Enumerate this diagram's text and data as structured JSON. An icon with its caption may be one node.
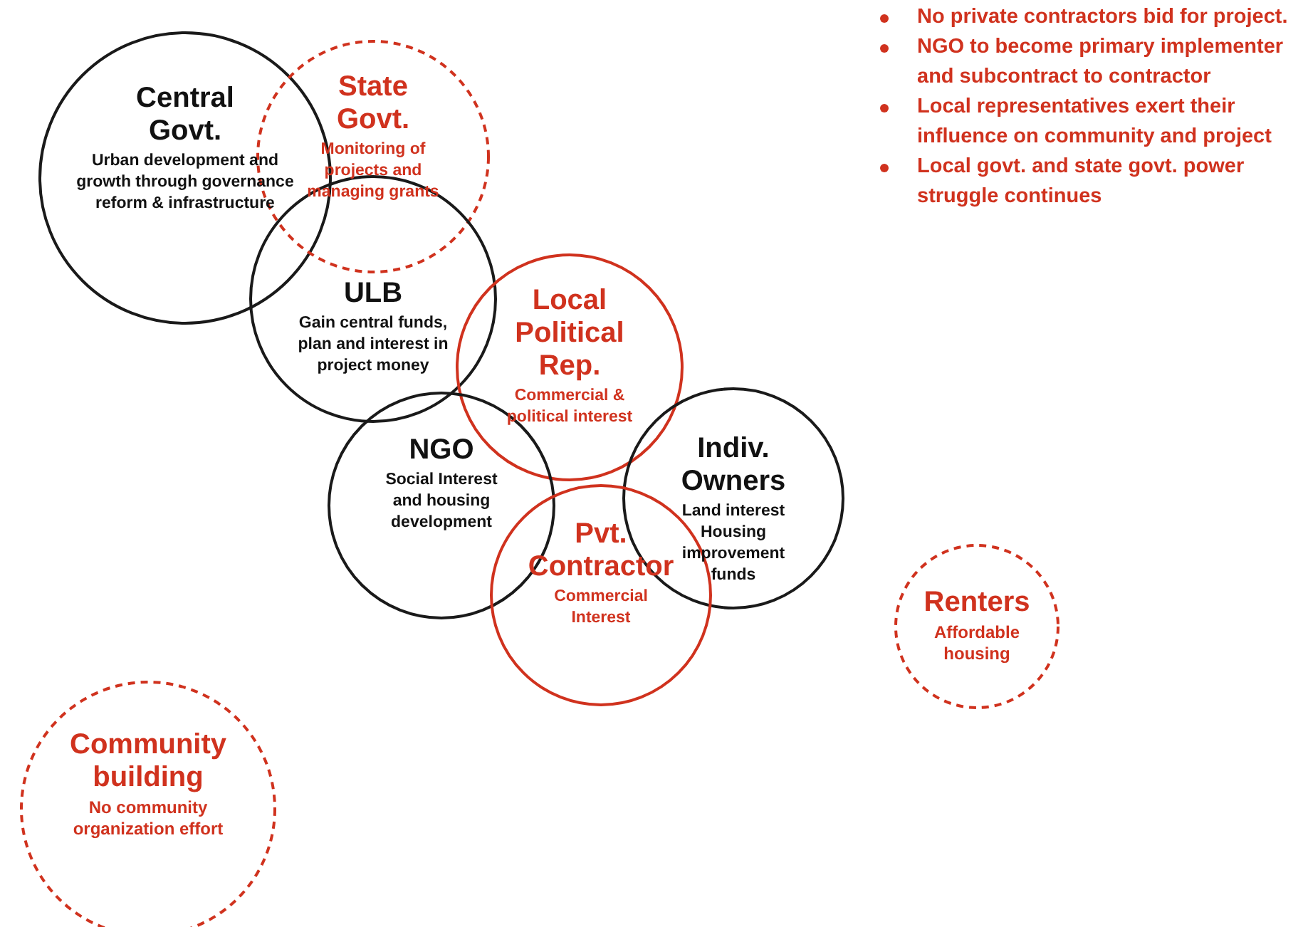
{
  "diagram": {
    "nodes": [
      {
        "text": [
          "Central Govt.",
          "Urban development and growth through governance reform & infrastructure"
        ]
      },
      {
        "text": [
          "State Govt.",
          "Monitoring of projects and managing grants"
        ]
      },
      {
        "text": [
          "ULB",
          "Gain central funds, plan and interest in project money"
        ]
      },
      {
        "text": [
          "Local Political Rep.",
          "Commercial & political interest"
        ]
      },
      {
        "text": [
          "NGO",
          "Social Interest and housing development"
        ]
      },
      {
        "text": [
          "Indiv. Owners",
          "Land interest Housing improvement funds"
        ]
      },
      {
        "text": [
          "Pvt. Contractor",
          "Commercial Interest"
        ]
      },
      {
        "text": [
          "Renters",
          "Affordable housing"
        ]
      },
      {
        "text": [
          "Community building",
          "No community organization effort"
        ]
      }
    ],
    "labels": [
      "No private contractors bid for project.",
      "NGO to become primary implementer and subcontract to contractor",
      "Local representatives exert their influence on community and project",
      "Local govt. and state govt. power struggle continues"
    ]
  }
}
